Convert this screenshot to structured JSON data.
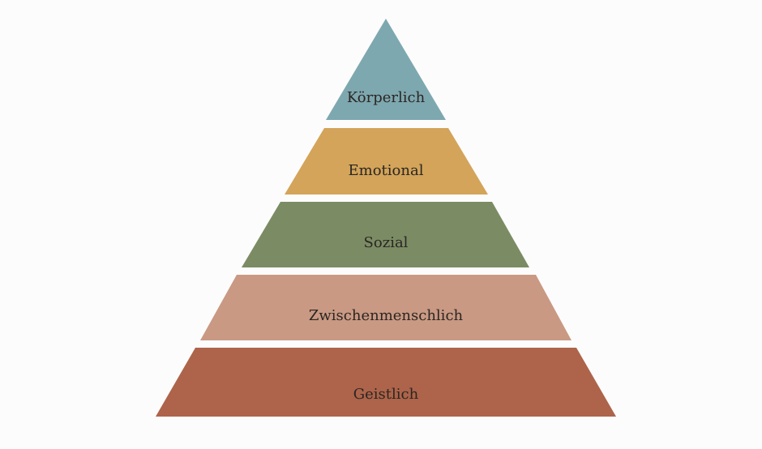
{
  "diagram": {
    "type": "pyramid",
    "tiers": [
      {
        "label": "Körperlich",
        "color": "#7ea8b0"
      },
      {
        "label": "Emotional",
        "color": "#d3a45a"
      },
      {
        "label": "Sozial",
        "color": "#7b8c64"
      },
      {
        "label": "Zwischenmenschlich",
        "color": "#c99983"
      },
      {
        "label": "Geistlich",
        "color": "#ad644a"
      }
    ]
  }
}
